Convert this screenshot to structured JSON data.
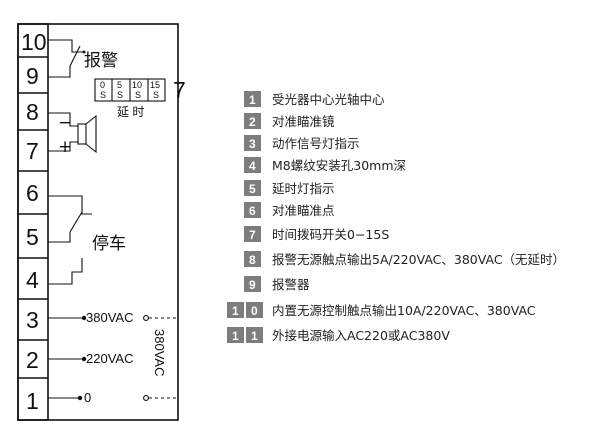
{
  "terminals": [
    "10",
    "9",
    "8",
    "7",
    "6",
    "5",
    "4",
    "3",
    "2",
    "1"
  ],
  "labels": {
    "alarm": "报警",
    "stop": "停车",
    "delay": "延 时",
    "callout_7": "7",
    "v380": "380VAC",
    "v220": "220VAC",
    "v0": "0",
    "v380_side": "380VAC",
    "minus": "−",
    "plus": "+"
  },
  "dip_switch": {
    "values": [
      "0",
      "5",
      "10",
      "15"
    ],
    "unit": "S"
  },
  "legend": [
    {
      "num": "1",
      "text": "受光器中心光轴中心"
    },
    {
      "num": "2",
      "text": "对准瞄准镜"
    },
    {
      "num": "3",
      "text": "动作信号灯指示"
    },
    {
      "num": "4",
      "text": "M8螺纹安装孔30mm深"
    },
    {
      "num": "5",
      "text": "延时灯指示"
    },
    {
      "num": "6",
      "text": "对准瞄准点"
    },
    {
      "num": "7",
      "text": "时间拨码开关0−15S"
    },
    {
      "num": "8",
      "text": "报警无源触点输出5A/220VAC、380VAC（无延时）"
    },
    {
      "num": "9",
      "text": "报警器"
    },
    {
      "num": "10",
      "text": "内置无源控制触点输出10A/220VAC、380VAC"
    },
    {
      "num": "11",
      "text": "外接电源输入AC220或AC380V"
    }
  ],
  "colors": {
    "badge": "#7d7d7d",
    "line": "#111111"
  }
}
